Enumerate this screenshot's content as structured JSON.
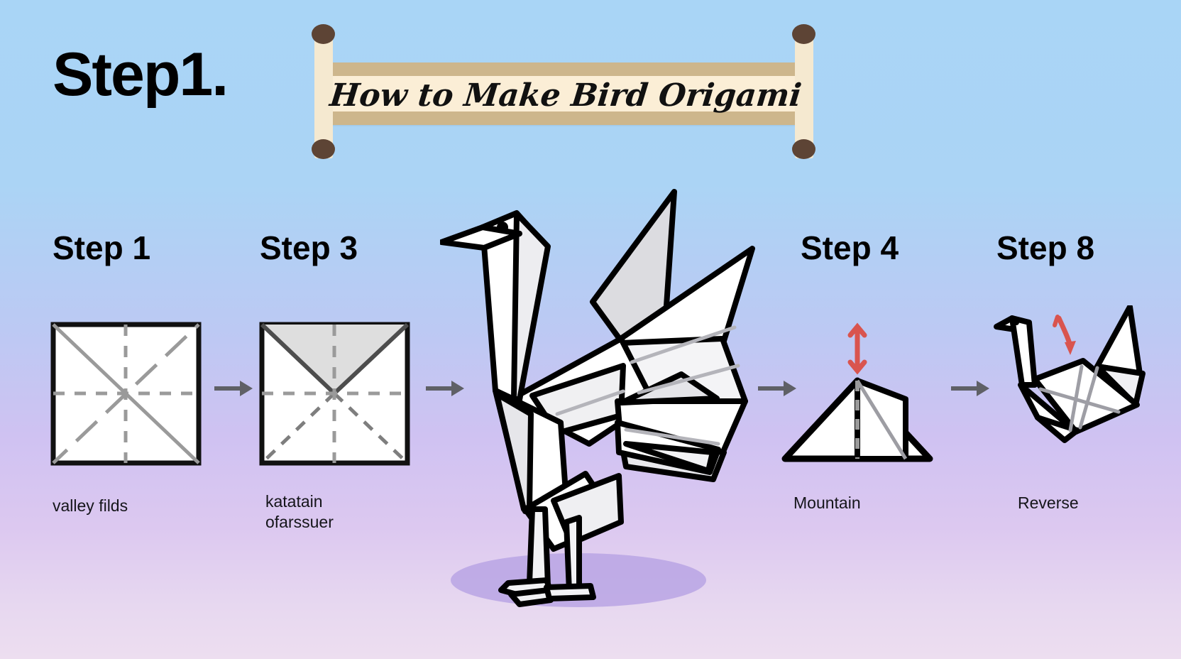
{
  "page": {
    "main_title": "Step1.",
    "banner_title": "How to Make Bird Origami",
    "background_top_color": "#a9d5f6",
    "background_bottom_color": "#eddef0"
  },
  "steps": [
    {
      "label": "Step 1",
      "caption": "valley filds",
      "figure": "square-with-valley-fold-creases"
    },
    {
      "label": "Step 3",
      "caption": "katatain\nofarssuer",
      "figure": "square-with-shaded-top-triangle"
    },
    {
      "label": "Step 4",
      "caption": "Mountain",
      "figure": "triangle-with-mountain-fold",
      "annotation_color": "#d9544e",
      "annotation": "red-double-arrow-up-down"
    },
    {
      "label": "Step 8",
      "caption": "Reverse",
      "figure": "folded-crane-side-view",
      "annotation_color": "#d9544e",
      "annotation": "red-curved-arrow-down"
    }
  ],
  "center_figure": {
    "name": "origami-crane-standing",
    "paper_color": "#ffffff",
    "shade_color": "#d8d8dc",
    "outline_color": "#000000",
    "shadow_color": "#b9a4e4"
  },
  "arrows": {
    "color": "#5f6066",
    "glyph": "→",
    "count": 4
  }
}
